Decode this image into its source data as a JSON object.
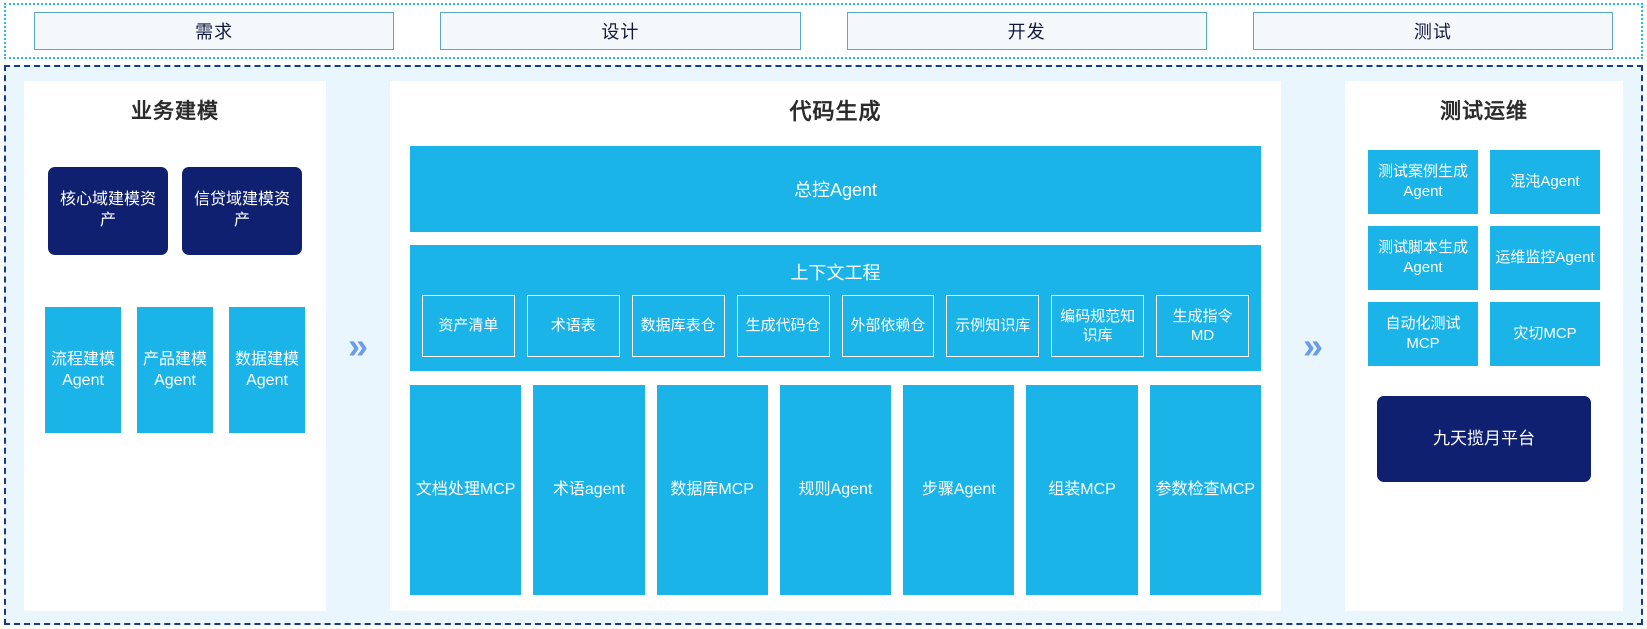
{
  "stages": [
    {
      "label": "需求"
    },
    {
      "label": "设计"
    },
    {
      "label": "开发"
    },
    {
      "label": "测试"
    }
  ],
  "separators": {
    "glyph": "»",
    "color": "#6b9ceb"
  },
  "colors": {
    "blue_card": "#1bb4e8",
    "navy_card": "#0f2070",
    "board_bg": "#eaf6fd",
    "board_border": "#16398f",
    "stage_border": "#29b6e8",
    "chevron": "#6b9ceb"
  },
  "left_panel": {
    "title": "业务建模",
    "assets": [
      {
        "label": "核心域建模资产"
      },
      {
        "label": "信贷域建模资产"
      }
    ],
    "agents": [
      {
        "label": "流程建模Agent"
      },
      {
        "label": "产品建模Agent"
      },
      {
        "label": "数据建模Agent"
      }
    ]
  },
  "middle_panel": {
    "title": "代码生成",
    "banner": "总控Agent",
    "context": {
      "title": "上下文工程",
      "items": [
        {
          "label": "资产清单"
        },
        {
          "label": "术语表"
        },
        {
          "label": "数据库表仓"
        },
        {
          "label": "生成代码仓"
        },
        {
          "label": "外部依赖仓"
        },
        {
          "label": "示例知识库"
        },
        {
          "label": "编码规范知识库"
        },
        {
          "label": "生成指令MD"
        }
      ]
    },
    "tools": [
      {
        "label": "文档处理MCP"
      },
      {
        "label": "术语agent"
      },
      {
        "label": "数据库MCP"
      },
      {
        "label": "规则Agent"
      },
      {
        "label": "步骤Agent"
      },
      {
        "label": "组装MCP"
      },
      {
        "label": "参数检查MCP"
      }
    ]
  },
  "right_panel": {
    "title": "测试运维",
    "agents": [
      {
        "label": "测试案例生成Agent"
      },
      {
        "label": "混沌Agent"
      },
      {
        "label": "测试脚本生成Agent"
      },
      {
        "label": "运维监控Agent"
      },
      {
        "label": "自动化测试MCP"
      },
      {
        "label": "灾切MCP"
      }
    ],
    "platform": "九天揽月平台"
  }
}
